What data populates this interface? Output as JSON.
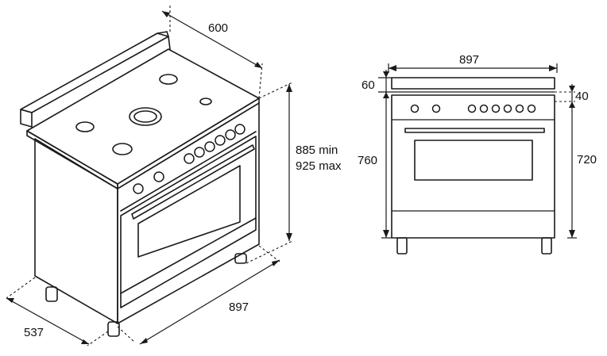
{
  "diagram": {
    "perspective_view": {
      "width_top": "600",
      "height_range_line1": "885 min",
      "height_range_line2": "925 max",
      "width_front": "897",
      "depth": "537"
    },
    "front_view": {
      "total_width": "897",
      "backguard_height": "60",
      "body_height": "760",
      "top_gap": "40",
      "lower_height": "720"
    }
  }
}
